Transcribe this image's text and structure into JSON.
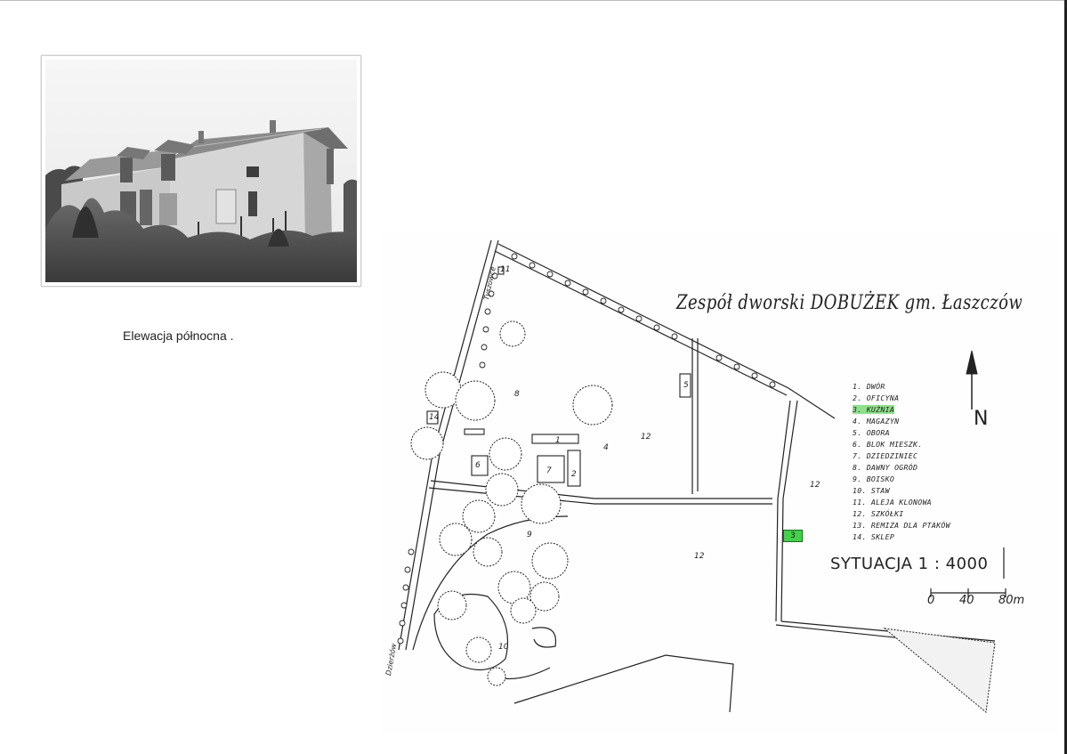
{
  "photo": {
    "caption": "Elewacja północna ."
  },
  "map": {
    "title": "Zespół dworski DOBUŻEK gm. Łaszczów",
    "north_label": "N",
    "legend": [
      "1. DWÓR",
      "2. OFICYNA",
      "3. KUŹNIA",
      "4. MAGAZYN",
      "5. OBORA",
      "6. BLOK MIESZK.",
      "7. DZIEDZINIEC",
      "8. DAWNY OGRÓD",
      "9. BOISKO",
      "10. STAW",
      "11. ALEJA KLONOWA",
      "12. SZKÓŁKI",
      "13. REMIZA DLA PTAKÓW",
      "14. SKLEP"
    ],
    "highlighted_legend_index": 2,
    "highlight_color": "#8ee08a",
    "badge_label": "3",
    "badge_color": "#44d04a",
    "scale": {
      "label": "SYTUACJA  1 : 4000",
      "ticks": [
        "0",
        "40",
        "80m"
      ]
    },
    "area_numbers": {
      "a1": "8",
      "a2": "12",
      "a3": "12",
      "a4": "12",
      "a5": "9",
      "a6": "10",
      "b1": "1",
      "b2": "2",
      "b3": "4",
      "b4": "5",
      "b5": "6",
      "b6": "7",
      "b7": "14",
      "b8": "11"
    },
    "road_labels": {
      "r1": "Tyszowce",
      "r2": "Dzierżów"
    }
  }
}
